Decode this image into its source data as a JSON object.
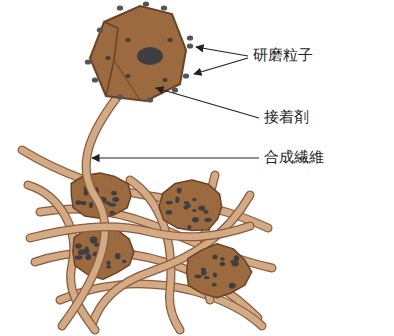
{
  "diagram": {
    "labels": [
      "研磨粒子",
      "接着剤",
      "合成繊維"
    ]
  }
}
